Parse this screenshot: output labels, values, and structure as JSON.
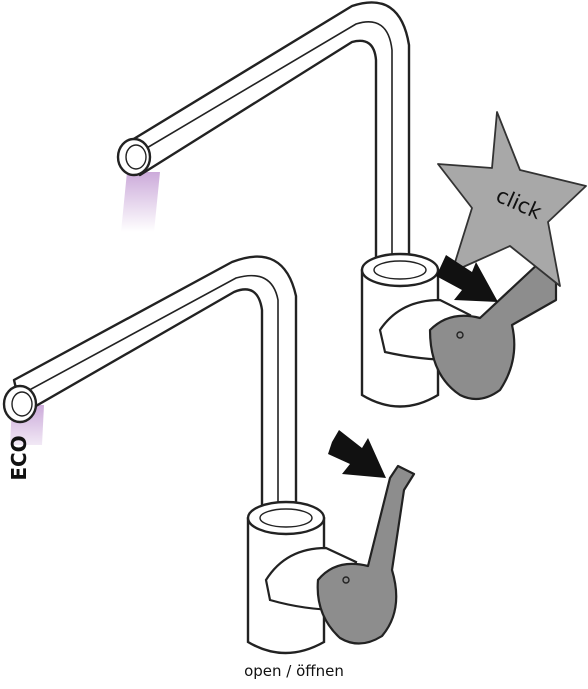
{
  "labels": {
    "click": "click",
    "eco": "ECO",
    "caption": "open / öffnen"
  },
  "colors": {
    "line": "#222222",
    "water": "#c9a6d8",
    "lever": "#8d8d8d",
    "star": "#a8a8a8",
    "arrow": "#111111"
  },
  "icons": {
    "top_faucet": "faucet-click-icon",
    "bottom_faucet": "faucet-eco-icon",
    "star": "click-star-icon",
    "arrow": "push-arrow-icon"
  }
}
